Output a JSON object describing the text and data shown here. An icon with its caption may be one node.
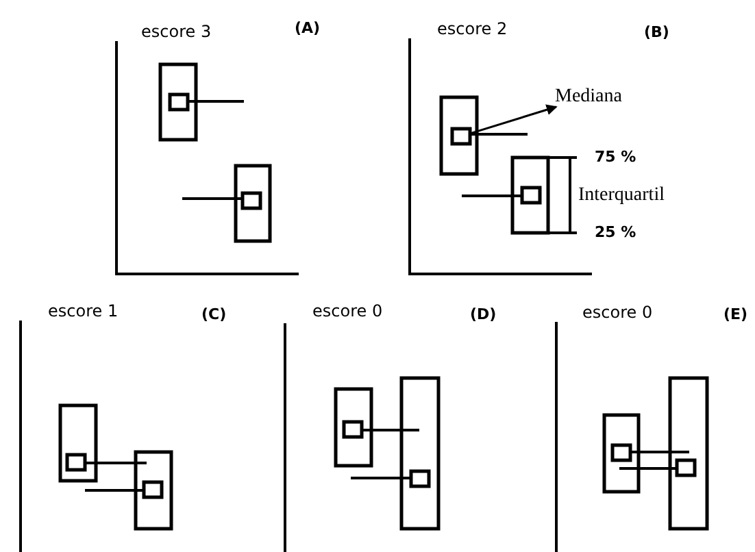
{
  "diagram": {
    "nodes": [
      {
        "text": [
          "Mediana"
        ]
      },
      {
        "text": [],
        "shape": "box"
      }
    ],
    "edges": [
      {
        "from": 1,
        "to": 0,
        "arrow": "to"
      }
    ],
    "labels": [
      "escore 3",
      "(A)",
      "escore 2",
      "(B)",
      "75 %",
      "Interquartil",
      "25 %",
      "escore 1",
      "(C)",
      "escore 0",
      "(D)",
      "escore 0",
      "(E)"
    ]
  }
}
